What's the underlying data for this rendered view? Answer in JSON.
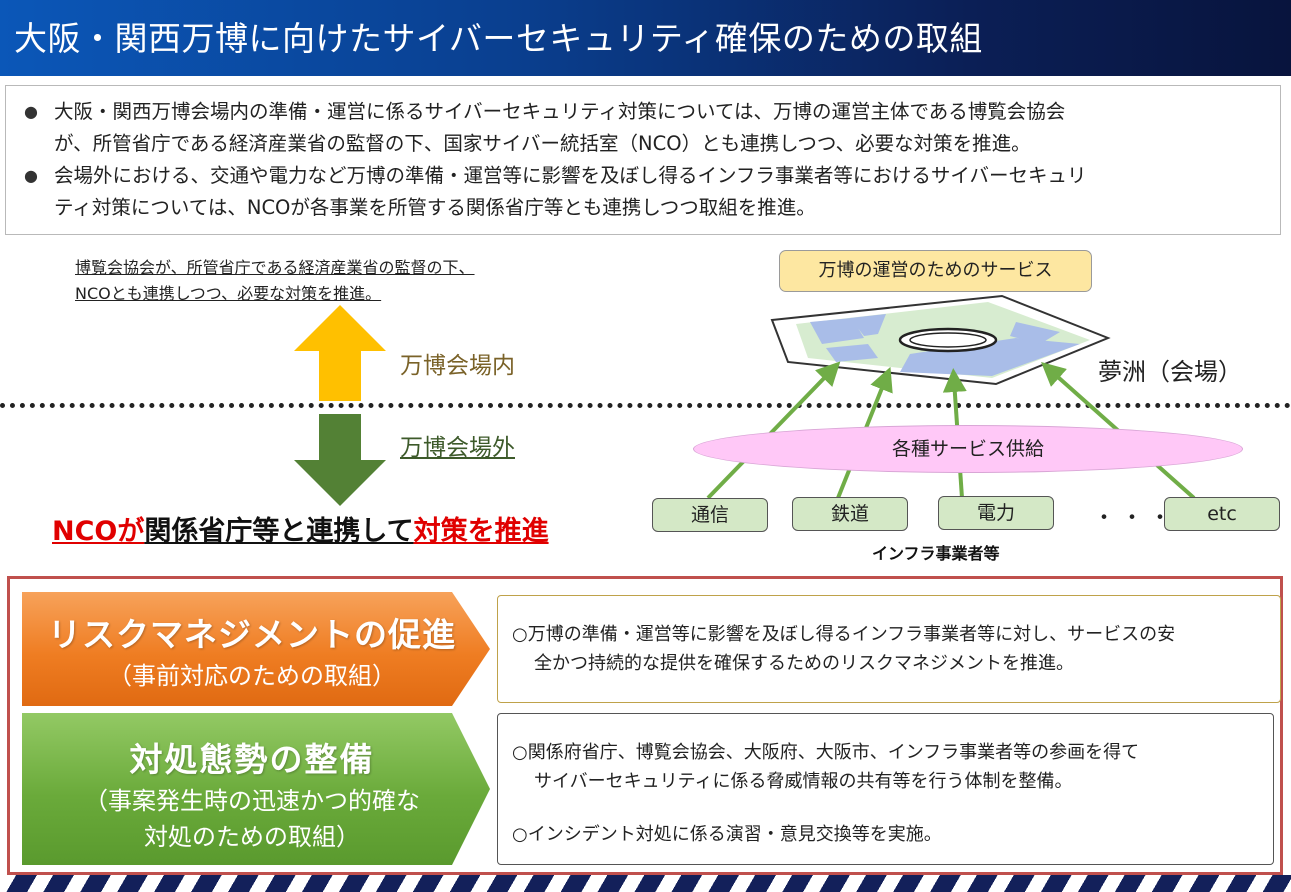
{
  "title": "大阪・関西万博に向けたサイバーセキュリティ確保のための取組",
  "intro": [
    "大阪・関西万博会場内の準備・運営に係るサイバーセキュリティ対策については、万博の運営主体である博覧会協会が、所管省庁である経済産業省の監督の下、国家サイバー統括室（NCO）とも連携しつつ、必要な対策を推進。",
    "会場外における、交通や電力など万博の準備・運営等に影響を及ぼし得るインフラ事業者等におけるサイバーセキュリティ対策については、NCOが各事業を所管する関係省庁等とも連携しつつ取組を推進。"
  ],
  "intro_lines": [
    [
      "大阪・関西万博会場内の準備・運営に係るサイバーセキュリティ対策については、万博の運営主体である博覧会協会",
      "が、所管省庁である経済産業省の監督の下、国家サイバー統括室（NCO）とも連携しつつ、必要な対策を推進。"
    ],
    [
      "会場外における、交通や電力など万博の準備・運営等に影響を及ぼし得るインフラ事業者等におけるサイバーセキュリ",
      "ティ対策については、NCOが各事業を所管する関係省庁等とも連携しつつ取組を推進。"
    ]
  ],
  "note": {
    "line1": "博覧会協会が、所管省庁である経済産業省の監督の下、",
    "line2": "NCOとも連携しつつ、必要な対策を推進。"
  },
  "inside_label": "万博会場内",
  "outside_label": "万博会場外",
  "headline": {
    "part1": "NCOが",
    "part2": "関係省庁等と連携して",
    "part3": "対策を推進"
  },
  "service_box": "万博の運営のためのサービス",
  "venue_label": "夢洲（会場）",
  "supply_label": "各種サービス供給",
  "infra": [
    "通信",
    "鉄道",
    "電力",
    "etc"
  ],
  "infra_more": "・・・",
  "infra_caption": "インフラ事業者等",
  "colors": {
    "title_bar": "#0a3f8f",
    "orange_chevron": "#ef7d22",
    "green_chevron": "#6aaa3a",
    "frame": "#c0504d",
    "headline_red": "#e00000"
  },
  "section1": {
    "title": "リスクマネジメントの促進",
    "subtitle": "（事前対応のための取組）",
    "desc_line1": "○万博の準備・運営等に影響を及ぼし得るインフラ事業者等に対し、サービスの安",
    "desc_line2": "全かつ持続的な提供を確保するためのリスクマネジメントを推進。"
  },
  "section2": {
    "title": "対処態勢の整備",
    "subtitle_line1": "（事案発生時の迅速かつ的確な",
    "subtitle_line2": "対処のための取組）",
    "desc_line1": "○関係府省庁、博覧会協会、大阪府、大阪市、インフラ事業者等の参画を得て",
    "desc_line2": "サイバーセキュリティに係る脅威情報の共有等を行う体制を整備。",
    "desc_line3": "○インシデント対処に係る演習・意見交換等を実施。"
  }
}
